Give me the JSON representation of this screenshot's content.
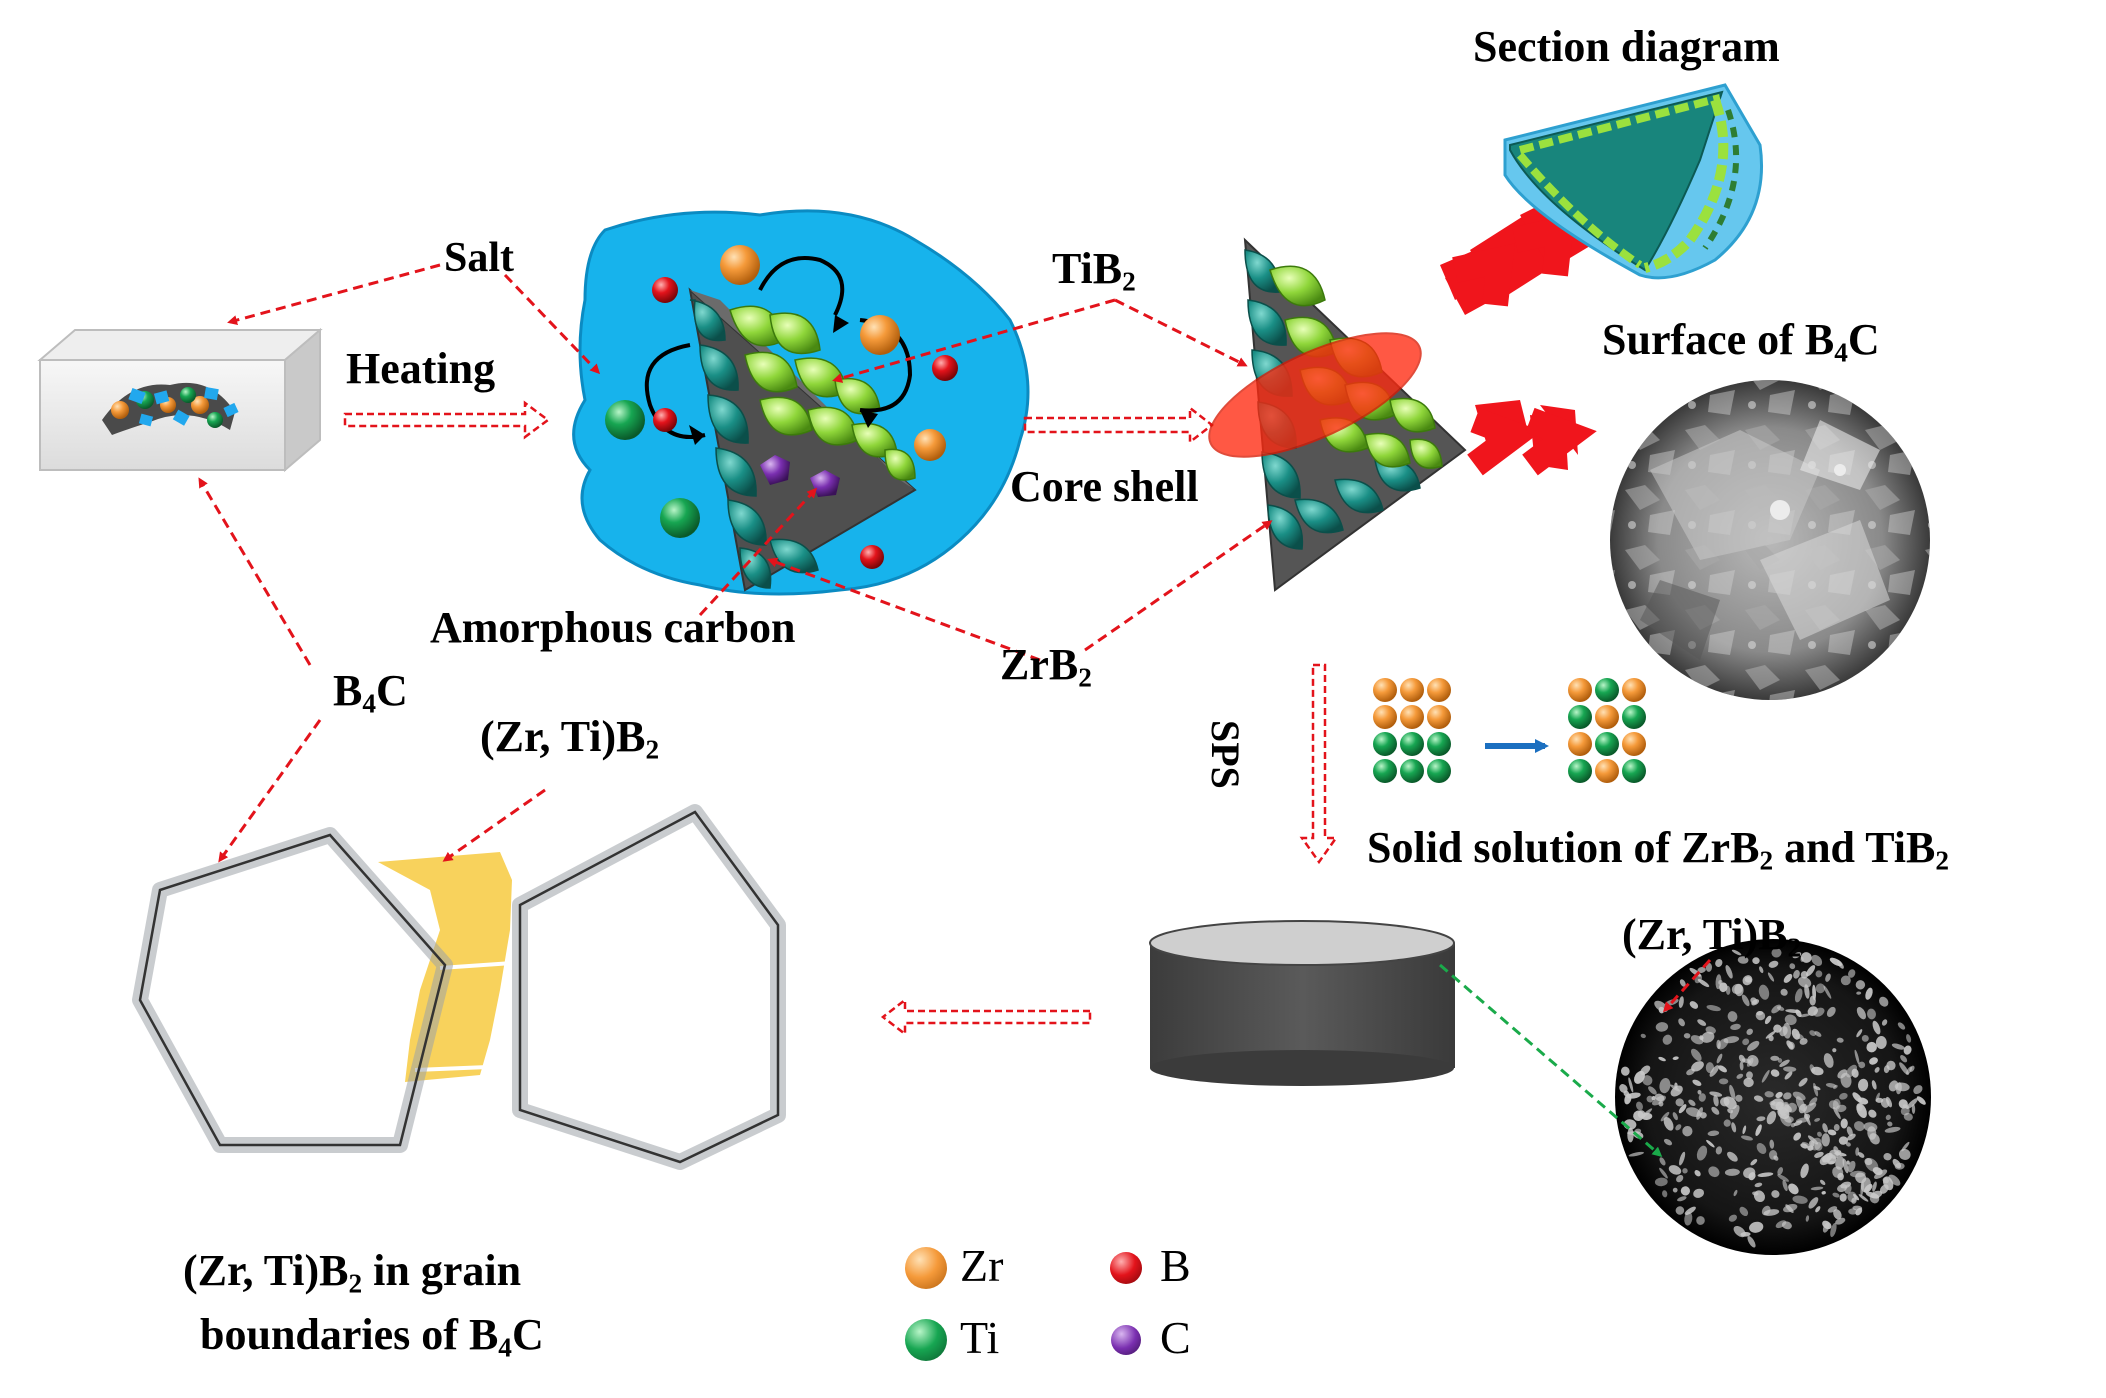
{
  "labels": {
    "section_diagram": "Section diagram",
    "salt": "Salt",
    "heating": "Heating",
    "tib2_base": "TiB",
    "tib2_sub": "2",
    "surface_base": "Surface of B",
    "surface_sub": "4",
    "surface_tail": "C",
    "core_shell": "Core shell",
    "amorphous_carbon": "Amorphous carbon",
    "zrb2_base": "ZrB",
    "zrb2_sub": "2",
    "b4c_base": "B",
    "b4c_sub": "4",
    "b4c_tail": "C",
    "sps": "SPS",
    "zrtib2_left_base": "(Zr, Ti)B",
    "zrtib2_left_sub": "2",
    "solid_a": "Solid solution of ZrB",
    "solid_sub1": "2",
    "solid_b": " and TiB",
    "solid_sub2": "2",
    "zrtib2_right_base": "(Zr, Ti)B",
    "zrtib2_right_sub": "2",
    "grain_l1_a": "(Zr, Ti)B",
    "grain_l1_sub": "2",
    "grain_l1_b": " in grain",
    "grain_l2_a": "boundaries of B",
    "grain_l2_sub": "4",
    "grain_l2_b": "C"
  },
  "legend": [
    {
      "symbol": "Zr",
      "color": "#f39a3a"
    },
    {
      "symbol": "B",
      "color": "#e3131b"
    },
    {
      "symbol": "Ti",
      "color": "#16a451"
    },
    {
      "symbol": "C",
      "color": "#7a2fb0"
    }
  ],
  "colors": {
    "arrow_red": "#e3131b",
    "arrow_green": "#1aaa4a",
    "arrow_blue": "#1b6fc0",
    "salt_blue": "#16b2ec",
    "grain_yellow": "#f8d25c",
    "teal": "#1a8f86",
    "lime": "#8fd63a"
  }
}
